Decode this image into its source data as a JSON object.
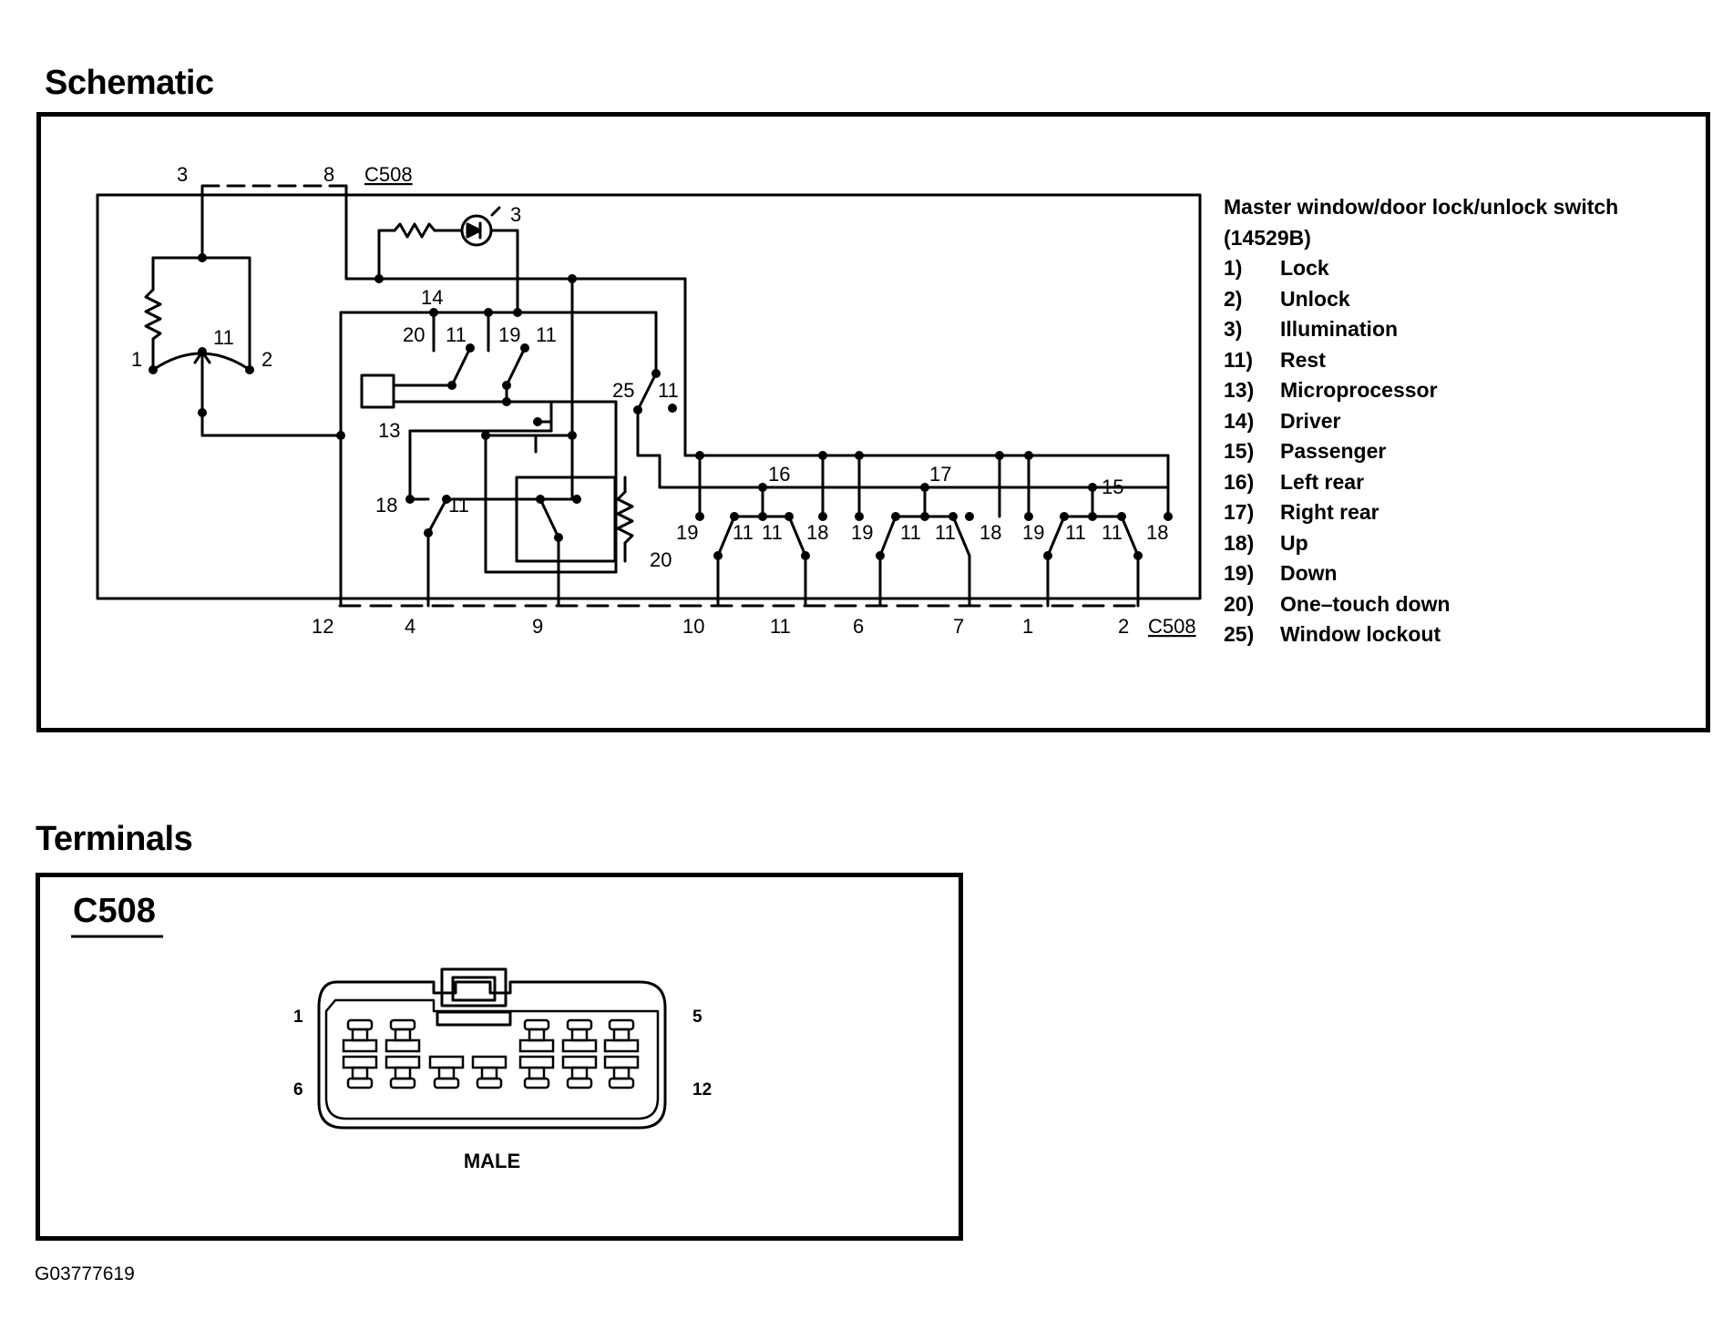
{
  "titles": {
    "schematic": "Schematic",
    "terminals": "Terminals"
  },
  "legend": {
    "heading_line1": "Master window/door lock/unlock switch",
    "heading_line2": "(14529B)",
    "items": [
      {
        "num": "1)",
        "label": "Lock"
      },
      {
        "num": "2)",
        "label": "Unlock"
      },
      {
        "num": "3)",
        "label": "Illumination"
      },
      {
        "num": "11)",
        "label": "Rest"
      },
      {
        "num": "13)",
        "label": "Microprocessor"
      },
      {
        "num": "14)",
        "label": "Driver"
      },
      {
        "num": "15)",
        "label": "Passenger"
      },
      {
        "num": "16)",
        "label": "Left rear"
      },
      {
        "num": "17)",
        "label": "Right rear"
      },
      {
        "num": "18)",
        "label": "Up"
      },
      {
        "num": "19)",
        "label": "Down"
      },
      {
        "num": "20)",
        "label": "One–touch down"
      },
      {
        "num": "25)",
        "label": "Window lockout"
      }
    ]
  },
  "schematic": {
    "connector_top": {
      "name": "C508",
      "pin_a": "3",
      "pin_b": "8"
    },
    "lock_switch": {
      "lock": "1",
      "unlock": "2",
      "rest": "11"
    },
    "illumination_label": "3",
    "driver_label": "14",
    "driver_contacts": {
      "one_touch": "20",
      "rest_a": "11",
      "down": "19",
      "rest_b": "11"
    },
    "microprocessor_label": "13",
    "lockout": {
      "label": "25",
      "rest": "11"
    },
    "driver_up": {
      "up": "18",
      "rest": "11"
    },
    "one_touch_relay": "20",
    "groups": [
      {
        "id": "16",
        "down": "19",
        "rest_a": "11",
        "rest_b": "11",
        "up": "18"
      },
      {
        "id": "17",
        "down": "19",
        "rest_a": "11",
        "rest_b": "11",
        "up": "18"
      },
      {
        "id": "15",
        "down": "19",
        "rest_a": "11",
        "rest_b": "11",
        "up": "18"
      }
    ],
    "bottom_pins": [
      "12",
      "4",
      "9",
      "10",
      "11",
      "6",
      "7",
      "1",
      "2"
    ],
    "connector_bottom": "C508"
  },
  "terminals": {
    "connector": "C508",
    "pin_top_left": "1",
    "pin_top_right": "5",
    "pin_bottom_left": "6",
    "pin_bottom_right": "12",
    "gender": "MALE"
  },
  "figure_id": "G03777619"
}
